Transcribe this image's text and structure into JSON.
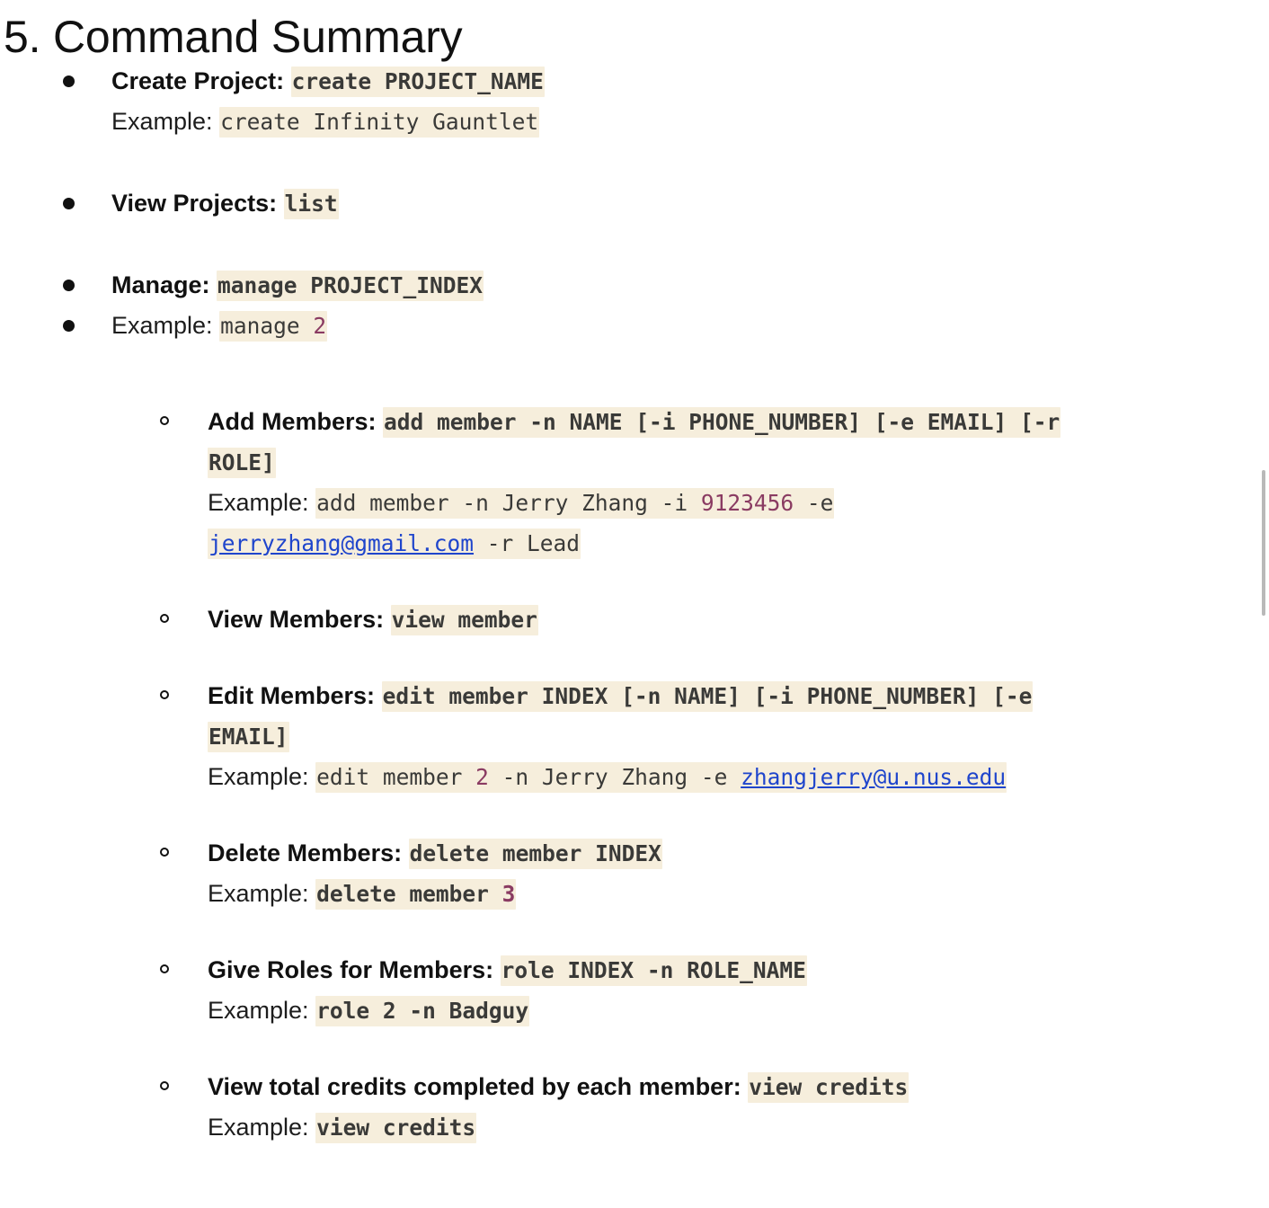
{
  "document": {
    "title": "5. Command Summary",
    "highlight_bg": "#f6eedc",
    "code_color": "#3a3a38",
    "number_color": "#8a3b62",
    "link_color": "#1f45cc"
  },
  "sections": {
    "create_project": {
      "label": "Create Project:",
      "command": "create PROJECT_NAME",
      "example_label": "Example:",
      "example": "create Infinity Gauntlet"
    },
    "view_projects": {
      "label": "View Projects:",
      "command": "list"
    },
    "manage": {
      "label": "Manage:",
      "command": "manage PROJECT_INDEX",
      "example_label": "Example:",
      "example_cmd": "manage",
      "example_num": "2"
    },
    "add_members": {
      "label": "Add Members:",
      "command": "add member -n NAME [-i PHONE_NUMBER] [-e EMAIL] [-r",
      "command_wrap": "ROLE]",
      "example_label": "Example:",
      "example_part1": "add member -n Jerry Zhang -i ",
      "example_num": "9123456",
      "example_part2": " -e",
      "example_email": "jerryzhang@gmail.com",
      "example_part3": " -r Lead"
    },
    "view_members": {
      "label": "View Members:",
      "command": "view member"
    },
    "edit_members": {
      "label": "Edit Members:",
      "command": "edit member INDEX [-n NAME] [-i PHONE_NUMBER] [-e",
      "command_wrap": "EMAIL]",
      "example_label": "Example:",
      "example_part1": "edit member ",
      "example_num": "2",
      "example_part2": " -n Jerry Zhang -e ",
      "example_email": "zhangjerry@u.nus.edu"
    },
    "delete_members": {
      "label": "Delete Members:",
      "command": "delete member INDEX",
      "example_label": "Example:",
      "example_part1": "delete member ",
      "example_num": "3"
    },
    "give_roles": {
      "label": "Give Roles for Members:",
      "command": "role INDEX -n ROLE_NAME",
      "example_label": "Example:",
      "example": "role 2 -n Badguy"
    },
    "view_credits": {
      "label": "View total credits completed by each member:",
      "command": "view credits",
      "example_label": "Example:",
      "example": "view credits"
    }
  }
}
